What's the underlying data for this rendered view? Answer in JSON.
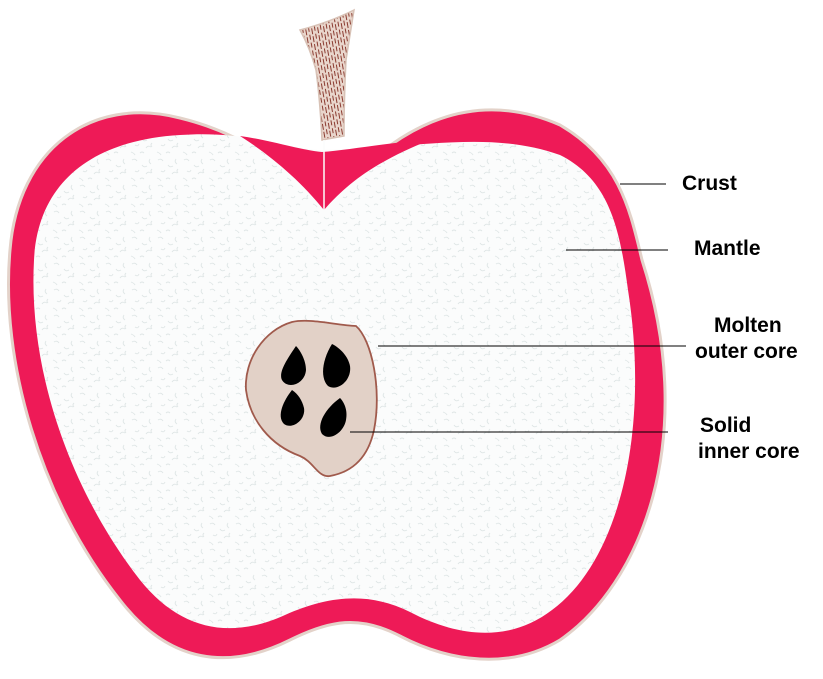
{
  "labels": {
    "crust": "Crust",
    "mantle": "Mantle",
    "outer_core_line1": "Molten",
    "outer_core_line2": "outer core",
    "inner_core_line1": "Solid",
    "inner_core_line2": "inner core"
  },
  "colors": {
    "crust": "#ee1a57",
    "crust_edge": "#e3d2c9",
    "mantle": "#fbfcfc",
    "mantle_speckle": "#dfe6e6",
    "core": "#e2d1c7",
    "core_outline": "#a05a4c",
    "seed": "#000000",
    "stem": "#e9d6cc",
    "stem_stripes": "#8a3b30",
    "leader_line": "#000000"
  }
}
